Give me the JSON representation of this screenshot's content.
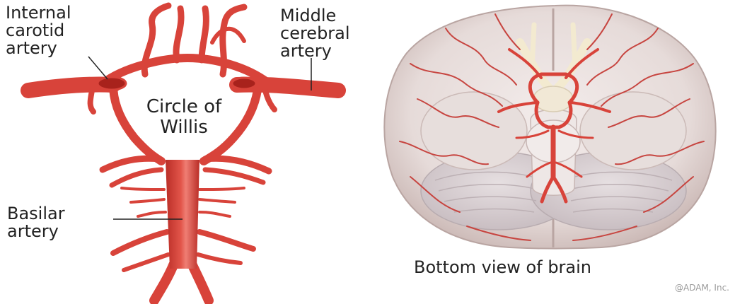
{
  "labels": {
    "internal_carotid": [
      "Internal",
      "carotid",
      "artery"
    ],
    "middle_cerebral": [
      "Middle",
      "cerebral",
      "artery"
    ],
    "circle_of_willis": [
      "Circle of",
      "Willis"
    ],
    "basilar": [
      "Basilar",
      "artery"
    ]
  },
  "caption": "Bottom view of brain",
  "credit": "@ADAM, Inc.",
  "colors": {
    "artery": "#d8433a",
    "artery_dark": "#a8221c",
    "artery_highlight": "#f08a80",
    "brain": "#ece3e1",
    "brain_shadow": "#c9b6b3",
    "cerebellum": "#d9d0d2",
    "optic_yellow": "#f3ead0",
    "text": "#222222",
    "credit": "#9a9a9a"
  },
  "icons": [
    "diagram-circle-of-willis",
    "diagram-brain-bottom-view"
  ]
}
